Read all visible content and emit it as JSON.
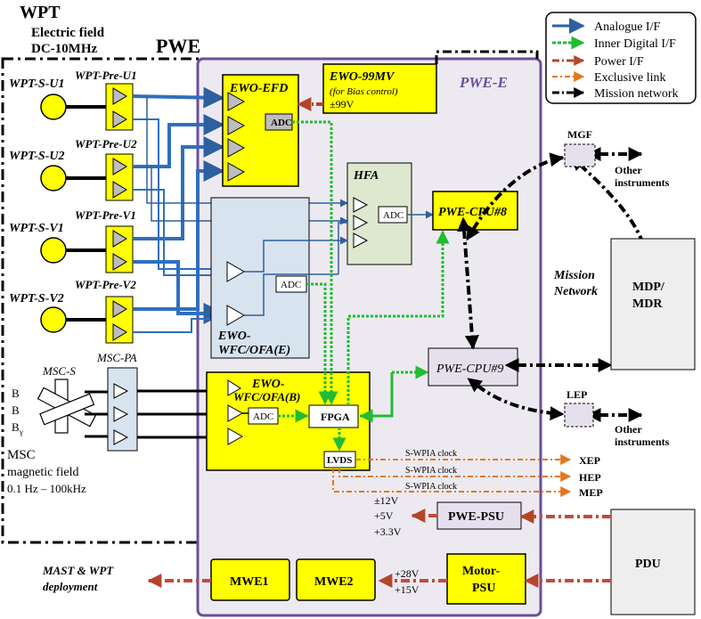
{
  "header": {
    "wpt_title": "WPT",
    "wpt_sub1": "Electric field",
    "wpt_sub2": "DC-10MHz",
    "pwe": "PWE",
    "pwe_e": "PWE-E"
  },
  "legend": {
    "analogue": "Analogue I/F",
    "inner": "Inner Digital I/F",
    "power": "Power I/F",
    "exclusive": "Exclusive link",
    "mission": "Mission network"
  },
  "sensors": {
    "u1": "WPT-S-U1",
    "u2": "WPT-S-U2",
    "v1": "WPT-S-V1",
    "v2": "WPT-S-V2",
    "pre_u1": "WPT-Pre-U1",
    "pre_u2": "WPT-Pre-U2",
    "pre_v1": "WPT-Pre-V1",
    "pre_v2": "WPT-Pre-V2",
    "msc_s": "MSC-S",
    "msc_pa": "MSC-PA",
    "b1": "B",
    "b2": "B",
    "b3": "B",
    "b3_sub": "γ",
    "msc": "MSC",
    "msc_field": "magnetic field",
    "msc_range": "0.1 Hz – 100kHz"
  },
  "blocks": {
    "ewo_efd": "EWO-EFD",
    "ewo_99mv": "EWO-99MV",
    "bias": "(for Bias control)",
    "pm99v": "±99V",
    "adc": "ADC",
    "hfa": "HFA",
    "cpu8": "PWE-CPU#8",
    "cpu9": "PWE-CPU#9",
    "wfc_e1": "EWO-",
    "wfc_e2": "WFC/OFA(E)",
    "wfc_b1": "EWO-",
    "wfc_b2": "WFC/OFA(B)",
    "fpga": "FPGA",
    "lvds": "LVDS",
    "pwe_psu": "PWE-PSU",
    "motor_psu1": "Motor-",
    "motor_psu2": "PSU",
    "mwe1": "MWE1",
    "mwe2": "MWE2",
    "mgf": "MGF",
    "lep": "LEP",
    "mdp1": "MDP/",
    "mdp2": "MDR",
    "pdu": "PDU"
  },
  "labels": {
    "other1a": "Other",
    "other1b": "instruments",
    "other2a": "Other",
    "other2b": "instruments",
    "mission1": "Mission",
    "mission2": "Network",
    "clock1": "S-WPIA clock",
    "clock2": "S-WPIA clock",
    "clock3": "S-WPIA clock",
    "xep": "XEP",
    "hep": "HEP",
    "mep": "MEP",
    "v12": "±12V",
    "v5": "+5V",
    "v33": "+3.3V",
    "v28": "+28V",
    "v15": "+15V",
    "mast1": "MAST & WPT",
    "mast2": "deployment"
  },
  "colors": {
    "analogue": "#2f5f9e",
    "inner": "#22bb33",
    "power": "#b5452a",
    "exclusive": "#e6761a",
    "mission": "#000000",
    "yellow": "#ffff00",
    "pwe_e_border": "#6b4e9b",
    "pwe_e_fill": "#eceaf0",
    "hfa_fill": "#dde8cf",
    "wfc_fill": "#d7e3ef",
    "cpu9_fill": "#e6e0ee",
    "mdp_fill": "#eeeeee"
  }
}
